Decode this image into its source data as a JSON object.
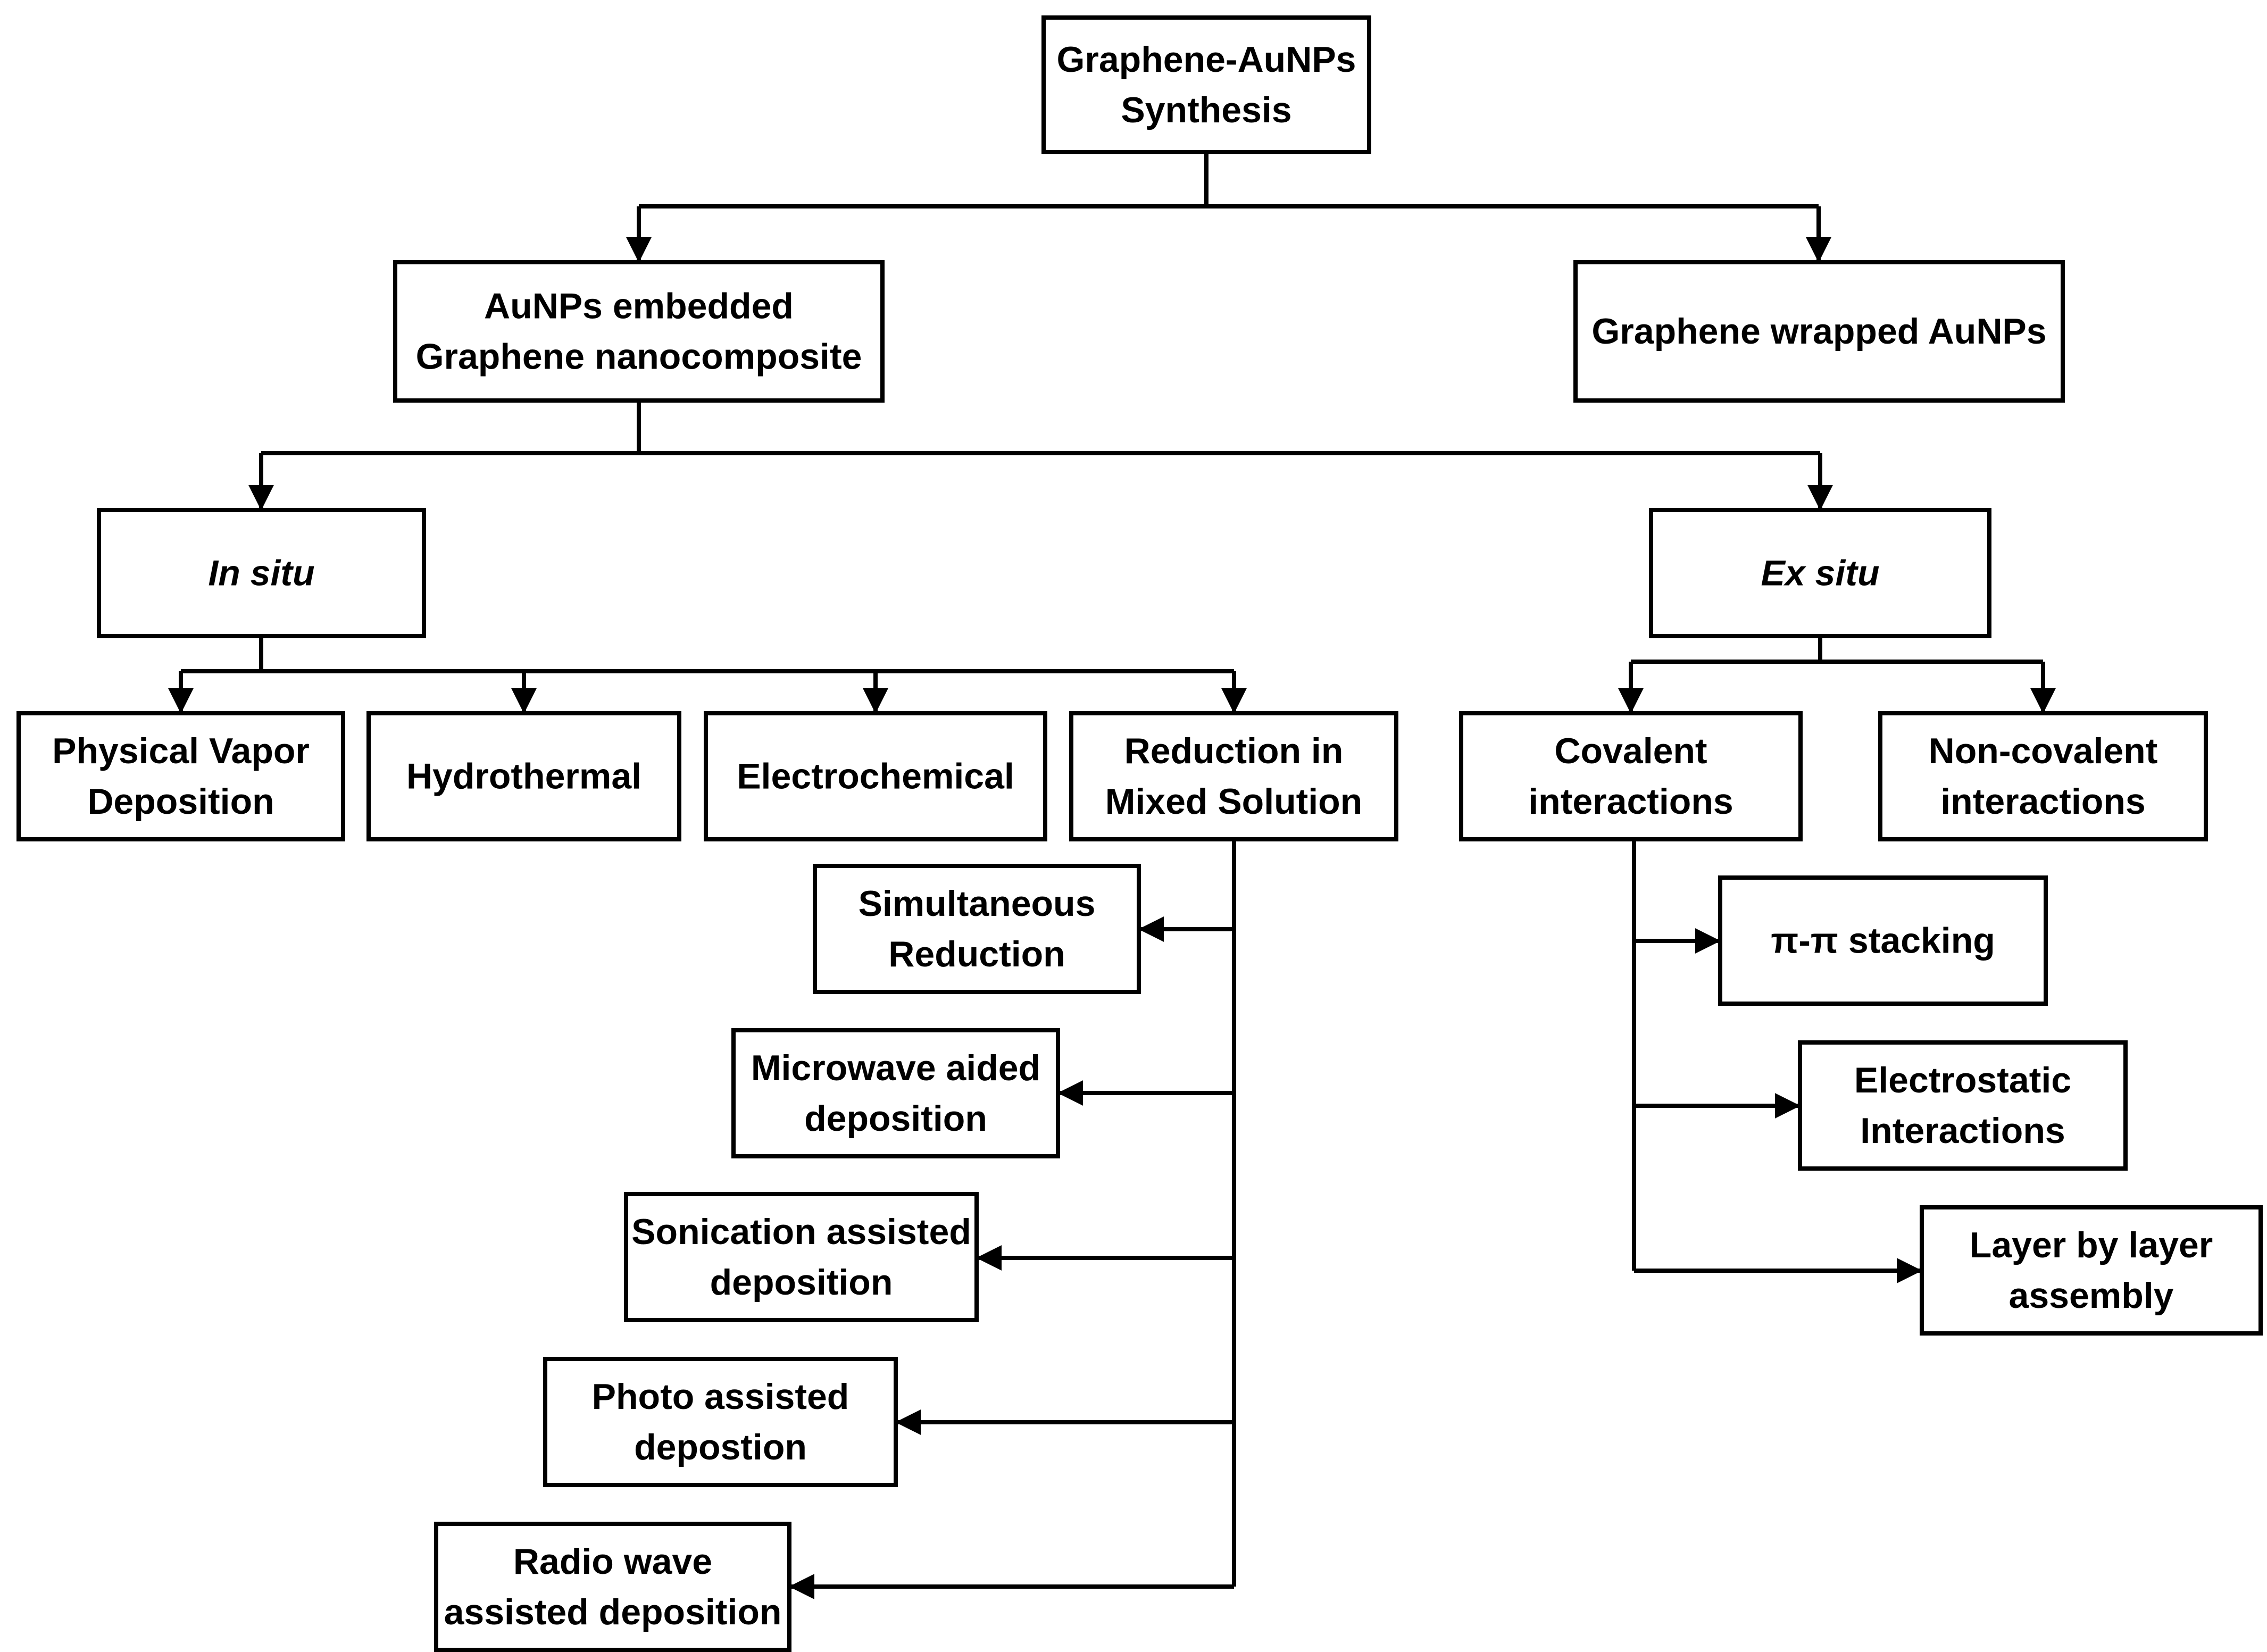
{
  "diagram": {
    "line_color": "#000000",
    "box_fill": "#ffffff",
    "nodes": {
      "synthesis": [
        "Graphene-AuNPs",
        "Synthesis"
      ],
      "embedded": [
        "AuNPs embedded",
        "Graphene nanocomposite"
      ],
      "wrapped": [
        "Graphene wrapped AuNPs"
      ],
      "in_situ": [
        "In situ"
      ],
      "ex_situ": [
        "Ex situ"
      ],
      "pvd": [
        "Physical Vapor",
        "Deposition"
      ],
      "hydrothermal": [
        "Hydrothermal"
      ],
      "electrochemical": [
        "Electrochemical"
      ],
      "reduction": [
        "Reduction  in",
        "Mixed Solution"
      ],
      "covalent": [
        "Covalent",
        "interactions"
      ],
      "noncovalent": [
        "Non-covalent",
        "interactions"
      ],
      "simultaneous": [
        "Simultaneous",
        "Reduction"
      ],
      "microwave": [
        "Microwave aided",
        "deposition"
      ],
      "sonication": [
        "Sonication assisted",
        "deposition"
      ],
      "photo": [
        "Photo assisted",
        "depostion"
      ],
      "radio": [
        "Radio wave",
        "assisted deposition"
      ],
      "pi_stacking": [
        "π-π stacking"
      ],
      "electrostatic": [
        "Electrostatic",
        "Interactions"
      ],
      "layer": [
        "Layer by layer",
        "assembly"
      ]
    }
  }
}
